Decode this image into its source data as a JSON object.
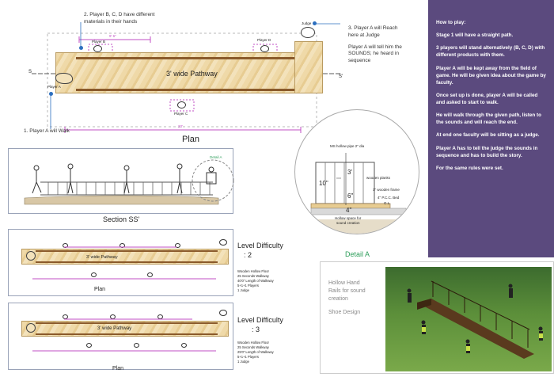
{
  "plan": {
    "top_dim": "9' 6\"",
    "pathway_label": "3' wide Pathway",
    "bottom_dim": "23'",
    "section_left": "S",
    "section_right": "S'",
    "player_a": "Player A",
    "player_b": "Player B",
    "player_c": "Player C",
    "player_d": "Player D",
    "judge": "Judge",
    "title": "Plan"
  },
  "callouts": {
    "c1": "1. Player A will Walk",
    "c2_line1": "2. Player B, C, D have different",
    "c2_line2": "materials in their hands",
    "c3_line1": "3. Player A will Reach",
    "c3_line2": "here at Judge",
    "c3_line3": "Player A will tell him the",
    "c3_line4": "SOUNDS; he heard in",
    "c3_line5": "sequence"
  },
  "section": {
    "title": "Section SS'",
    "detail_label": "Detail A"
  },
  "level2": {
    "label": "Level Difficulty",
    "value": ": 2",
    "pathway": "3' wide Pathway",
    "title": "Plan",
    "notes": [
      "Wooden Hollow Floor",
      "25 Seconds Walkway",
      "40'0\" Length of Walkway",
      "5+1+1 Players",
      "1 Judge"
    ]
  },
  "level3": {
    "label": "Level Difficulty",
    "value": ": 3",
    "pathway": "3' wide Pathway",
    "title": "Plan",
    "notes": [
      "Wooden Hollow Floor",
      "25 Seconds Walkway",
      "25'0\" Length of Walkway",
      "5+1+1 Players",
      "1 Judge"
    ]
  },
  "detail": {
    "title": "Detail A",
    "ms_pipe": "MS hollow pipe 2\" dia",
    "dim_3": "3'",
    "dim_10": "10\"",
    "dim_6": "6\"",
    "dim_4": "4\"",
    "wooden_planks": "wooden planks",
    "wooden_frame": "1\" wooden frame",
    "pcc_bed": "4\" P.C.C. Bed",
    "gl": "G.L.",
    "hollow_space_1": "Hollow space for",
    "hollow_space_2": "sound creation"
  },
  "how_to_play": {
    "title": "How to play:",
    "p1": "Stage 1 will have a straight path.",
    "p2": "3 players will stand alternatively (B, C, D) with different products with them.",
    "p3": "Player A will be kept away from the field of game. He will be given idea about the game by faculty.",
    "p4": "Once set up is done, player A will be called and asked to start to walk.",
    "p5": "He will walk through the given path, listen to the sounds and will reach the end.",
    "p6": "At end one faculty will be sitting as a judge.",
    "p7": "Player A has to tell the judge the sounds in sequence and has to build the story.",
    "p8": "For the same rules were set."
  },
  "render": {
    "line1": "Hollow Hand",
    "line2": "Rails for sound",
    "line3": "creation",
    "line4": "Shoe Design"
  }
}
